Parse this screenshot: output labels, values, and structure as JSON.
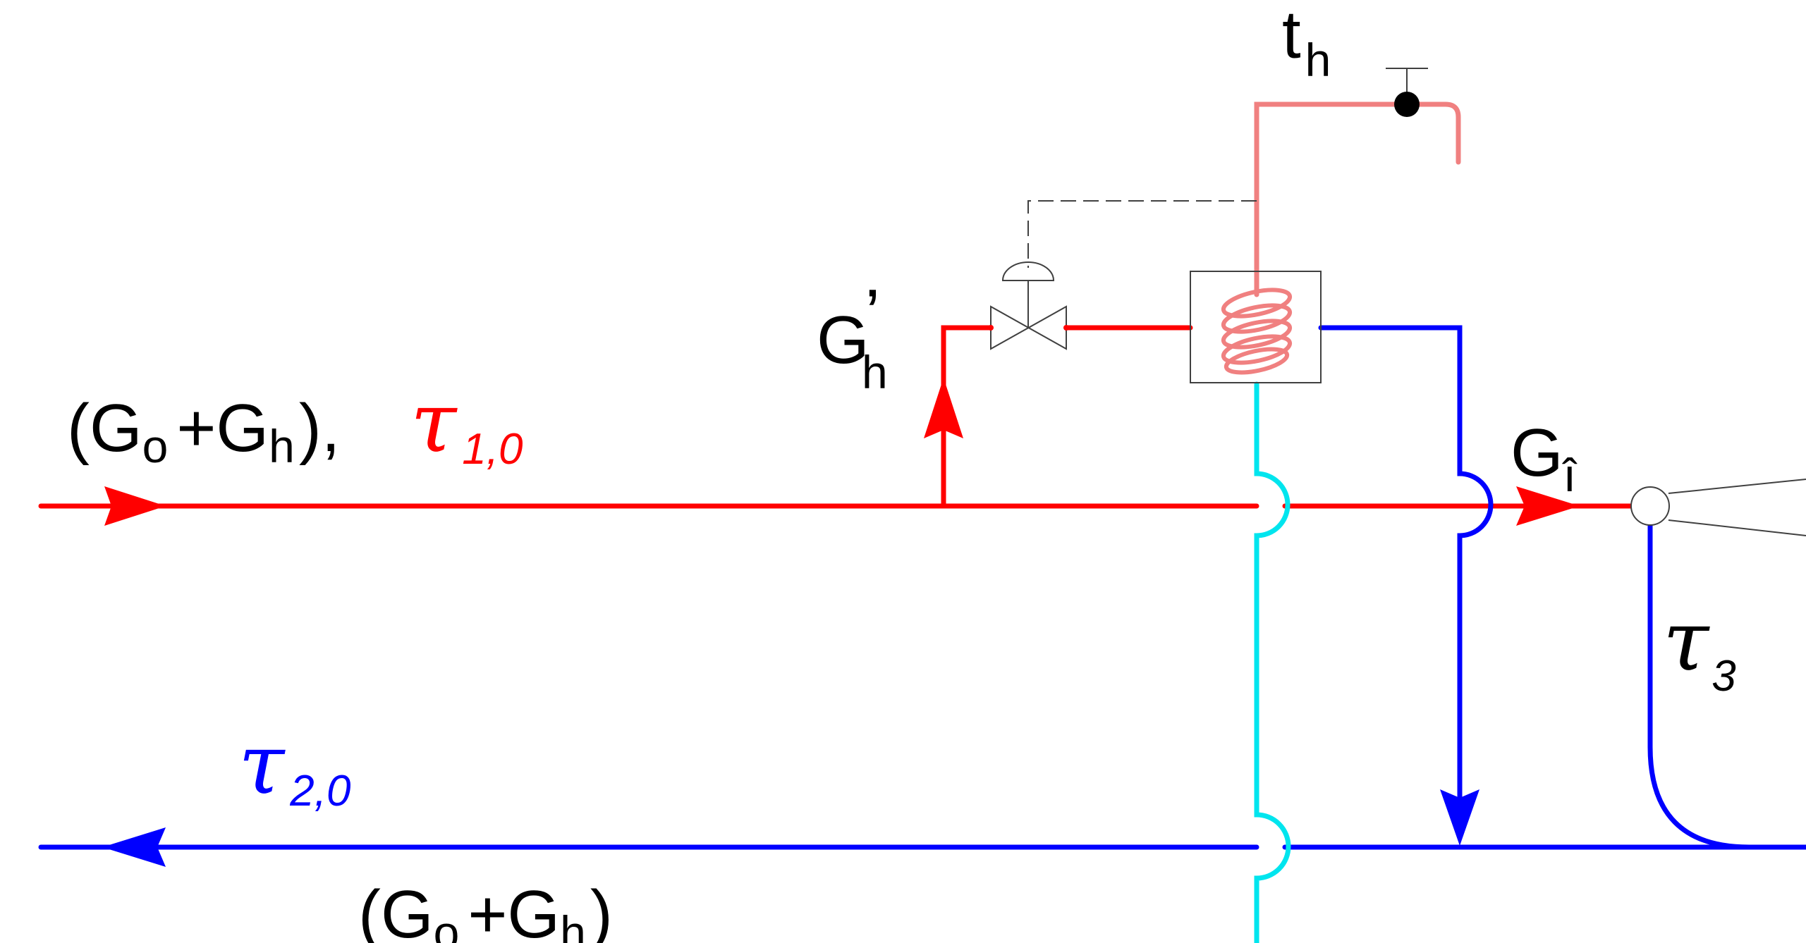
{
  "labels": {
    "supply_flow_open": "(G",
    "supply_flow_sub_o": "o",
    "supply_flow_plus": "+G",
    "supply_flow_sub_h": "h",
    "supply_flow_close": "),",
    "tau_symbol": "τ",
    "tau_1_sub": "1,0",
    "tau_2_sub": "2,0",
    "tau_3_sub": "3",
    "branch_flow_main": "G",
    "branch_flow_prime": "’",
    "branch_flow_sub": "h",
    "mix_flow_main": "G",
    "mix_flow_sub": "î",
    "hot_water_temp_main": "t",
    "hot_water_temp_sub": "h",
    "return_flow_open": "(G",
    "return_flow_sub_o": "o",
    "return_flow_plus": "+G",
    "return_flow_sub_h": "h",
    "return_flow_close": ")"
  },
  "colors": {
    "supply": "#ff0000",
    "return": "#0000ff",
    "hot_water": "#f08080",
    "cold_water": "#00e5ee",
    "equipment": "#404040",
    "text": "#000000"
  }
}
